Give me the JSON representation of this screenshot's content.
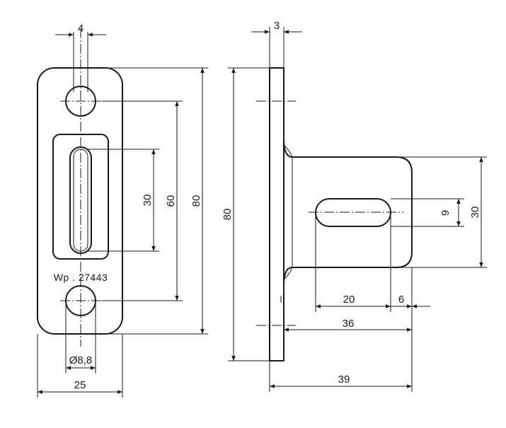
{
  "front_view": {
    "part_label": "Wp . 27443",
    "dims": {
      "top_offset": "4",
      "slot_length": "30",
      "hole_spacing": "60",
      "total_height": "80",
      "hole_diameter": "Ø8,8",
      "width": "25"
    }
  },
  "side_view": {
    "dims": {
      "plate_thickness": "3",
      "total_height": "80",
      "slot_width": "9",
      "tab_width": "30",
      "slot_length": "20",
      "slot_end_offset": "6",
      "tab_length": "36",
      "total_depth": "39"
    }
  }
}
